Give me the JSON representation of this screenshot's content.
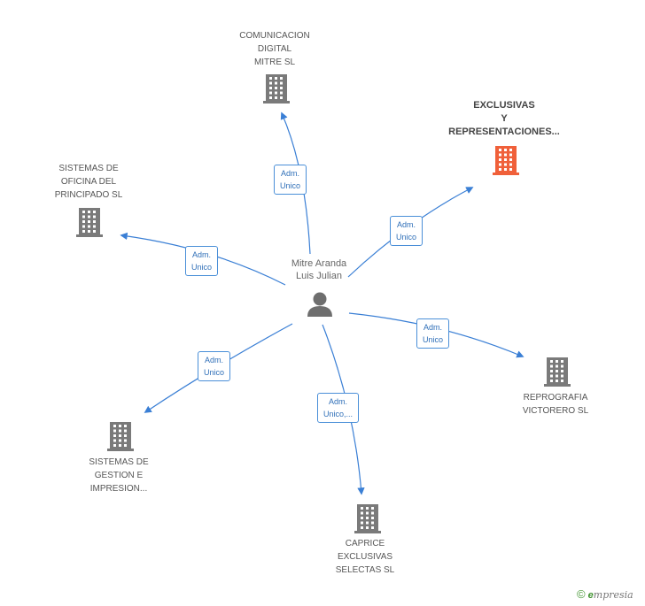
{
  "person": {
    "name": "Mitre Aranda\nLuis Julian"
  },
  "colors": {
    "building": "#7a7a7a",
    "highlight": "#f0603a",
    "edge": "#3a7fd5",
    "person": "#6e6e6e"
  },
  "nodes": [
    {
      "id": "comunicacion",
      "label": "COMUNICACION\nDIGITAL\nMITRE SL",
      "highlight": false
    },
    {
      "id": "exclusivas",
      "label": "EXCLUSIVAS\nY\nREPRESENTACIONES...",
      "highlight": true
    },
    {
      "id": "sistemas-oficina",
      "label": "SISTEMAS DE\nOFICINA DEL\nPRINCIPADO SL",
      "highlight": false
    },
    {
      "id": "reprografia",
      "label": "REPROGRAFIA\nVICTORERO SL",
      "highlight": false
    },
    {
      "id": "sistemas-gestion",
      "label": "SISTEMAS DE\nGESTION E\nIMPRESION...",
      "highlight": false
    },
    {
      "id": "caprice",
      "label": "CAPRICE\nEXCLUSIVAS\nSELECTAS  SL",
      "highlight": false
    }
  ],
  "edges": [
    {
      "to": "comunicacion",
      "label": "Adm.\nUnico"
    },
    {
      "to": "exclusivas",
      "label": "Adm.\nUnico"
    },
    {
      "to": "sistemas-oficina",
      "label": "Adm.\nUnico"
    },
    {
      "to": "reprografia",
      "label": "Adm.\nUnico"
    },
    {
      "to": "sistemas-gestion",
      "label": "Adm.\nUnico"
    },
    {
      "to": "caprice",
      "label": "Adm.\nUnico,..."
    }
  ],
  "footer": {
    "copyright": "©",
    "brand_e": "e",
    "brand_rest": "mpresia"
  }
}
